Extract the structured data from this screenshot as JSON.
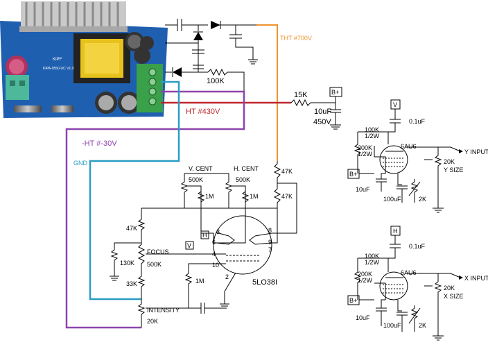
{
  "power_module": {
    "labels": [
      "KIPF",
      "KIPA-0550-UC V1.0"
    ]
  },
  "supply_labels": {
    "tht": "THT #700V",
    "ht": "HT #430V",
    "neg_ht": "-HT #-30V",
    "gnd": "GND"
  },
  "supply_parts": {
    "r_feed": "100K",
    "r_bplus": "15K",
    "c_bplus": "10uF",
    "c_bplus_v": "450V",
    "bplus_tag": "B+"
  },
  "crt": {
    "tube": "5LO38I",
    "pins": [
      "3",
      "8",
      "6",
      "9",
      "4",
      "7",
      "10",
      "2"
    ],
    "v_cent": "V. CENT",
    "h_cent": "H. CENT",
    "pot": "500K",
    "r_1m": "1M",
    "r_47k": "47K",
    "focus": "FOCUS",
    "focus_pot": "500K",
    "r_130k": "130K",
    "r_33k": "33K",
    "intensity": "INTENSITY",
    "intensity_pot": "20K",
    "h_tag": "H",
    "v_tag": "V"
  },
  "amp_y": {
    "tag_top": "V",
    "cap_top": "0.1uF",
    "r_plate": "100K",
    "r_plate_w": "1/2W",
    "r_screen": "200K",
    "r_screen_w": "1/2W",
    "tube": "6AU6",
    "input": "Y INPUT",
    "size_pot": "20K",
    "size": "Y SIZE",
    "bplus": "B+",
    "c_screen": "10uF",
    "c_cath": "100uF",
    "r_cath": "2K"
  },
  "amp_x": {
    "tag_top": "H",
    "cap_top": "0.1uF",
    "r_plate": "100K",
    "r_plate_w": "1/2W",
    "r_screen": "200K",
    "r_screen_w": "1/2W",
    "tube": "6AU6",
    "input": "X INPUT",
    "size_pot": "20K",
    "size": "X SIZE",
    "bplus": "B+",
    "c_screen": "10uF",
    "c_cath": "100uF",
    "r_cath": "2K"
  },
  "colors": {
    "tht": "#f0932b",
    "ht": "#c0272d",
    "neg_ht": "#8e44ad",
    "gnd": "#2a9dc4",
    "board": "#1f5fb0"
  }
}
